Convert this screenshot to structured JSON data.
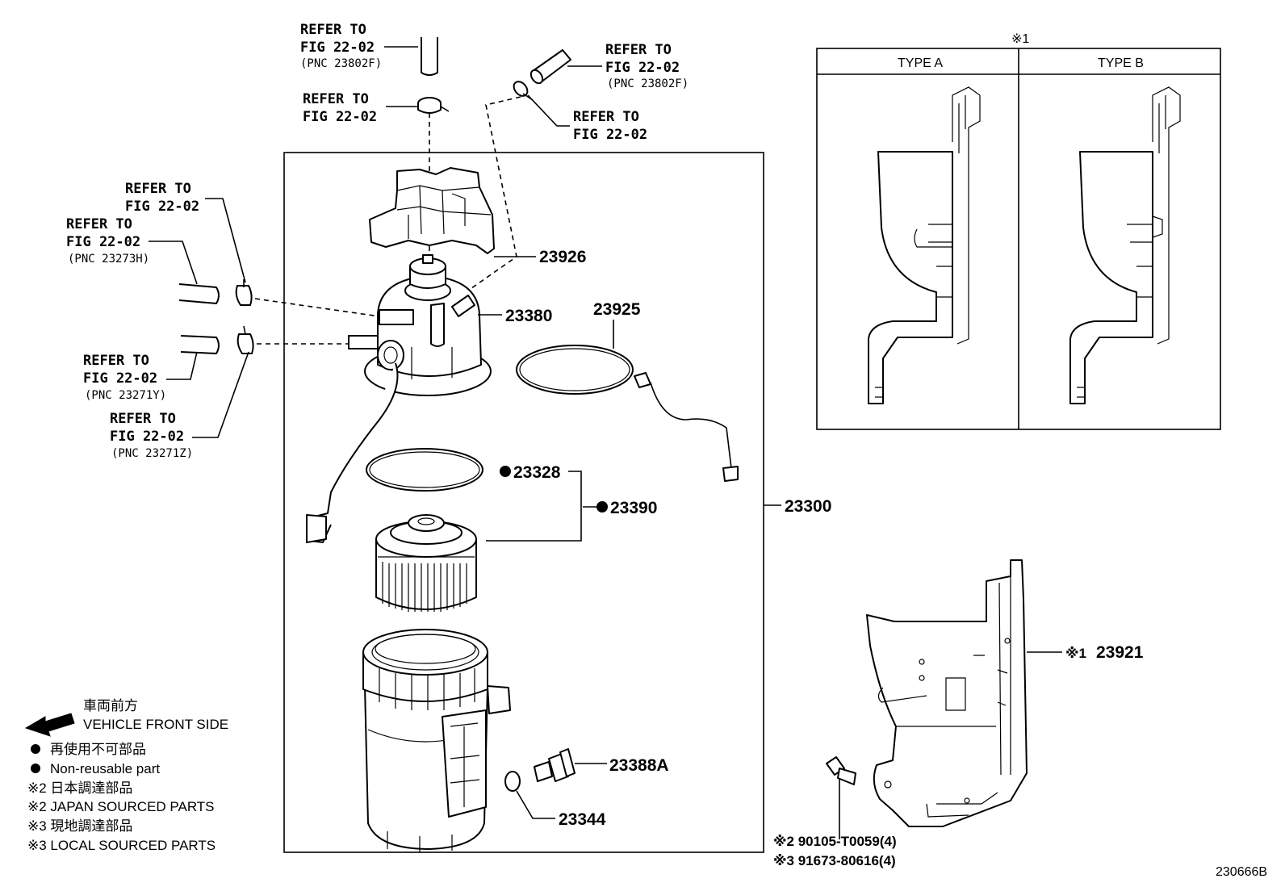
{
  "refs": {
    "ref_a": {
      "line1": "REFER TO",
      "line2": "FIG 22-02",
      "pnc": "(PNC 23802F)"
    },
    "ref_b": {
      "line1": "REFER TO",
      "line2": "FIG 22-02",
      "pnc": "(PNC 23802F)"
    },
    "ref_c": {
      "line1": "REFER TO",
      "line2": "FIG 22-02"
    },
    "ref_d": {
      "line1": "REFER TO",
      "line2": "FIG 22-02"
    },
    "ref_e": {
      "line1": "REFER TO",
      "line2": "FIG 22-02"
    },
    "ref_f": {
      "line1": "REFER TO",
      "line2": "FIG 22-02",
      "pnc": "(PNC 23273H)"
    },
    "ref_g": {
      "line1": "REFER TO",
      "line2": "FIG 22-02",
      "pnc": "(PNC 23271Y)"
    },
    "ref_h": {
      "line1": "REFER TO",
      "line2": "FIG 22-02",
      "pnc": "(PNC 23271Z)"
    }
  },
  "parts": {
    "p23926": "23926",
    "p23380": "23380",
    "p23925": "23925",
    "p23328": "23328",
    "p23390": "23390",
    "p23300": "23300",
    "p23921": "23921",
    "p23921_note": "※1",
    "p23388A": "23388A",
    "p23344": "23344",
    "bolt1": "※2  90105-T0059(4)",
    "bolt2": "※3  91673-80616(4)"
  },
  "types": {
    "note": "※1",
    "type_a": "TYPE A",
    "type_b": "TYPE B"
  },
  "legend": {
    "front_jp": "車両前方",
    "front_en": "VEHICLE FRONT SIDE",
    "nonreuse_jp": "再使用不可部品",
    "nonreuse_en": "Non-reusable part",
    "japan_jp": "※2 日本調達部品",
    "japan_en": "※2 JAPAN SOURCED PARTS",
    "local_jp": "※3 現地調達部品",
    "local_en": "※3 LOCAL SOURCED PARTS"
  },
  "figure_id": "230666B"
}
